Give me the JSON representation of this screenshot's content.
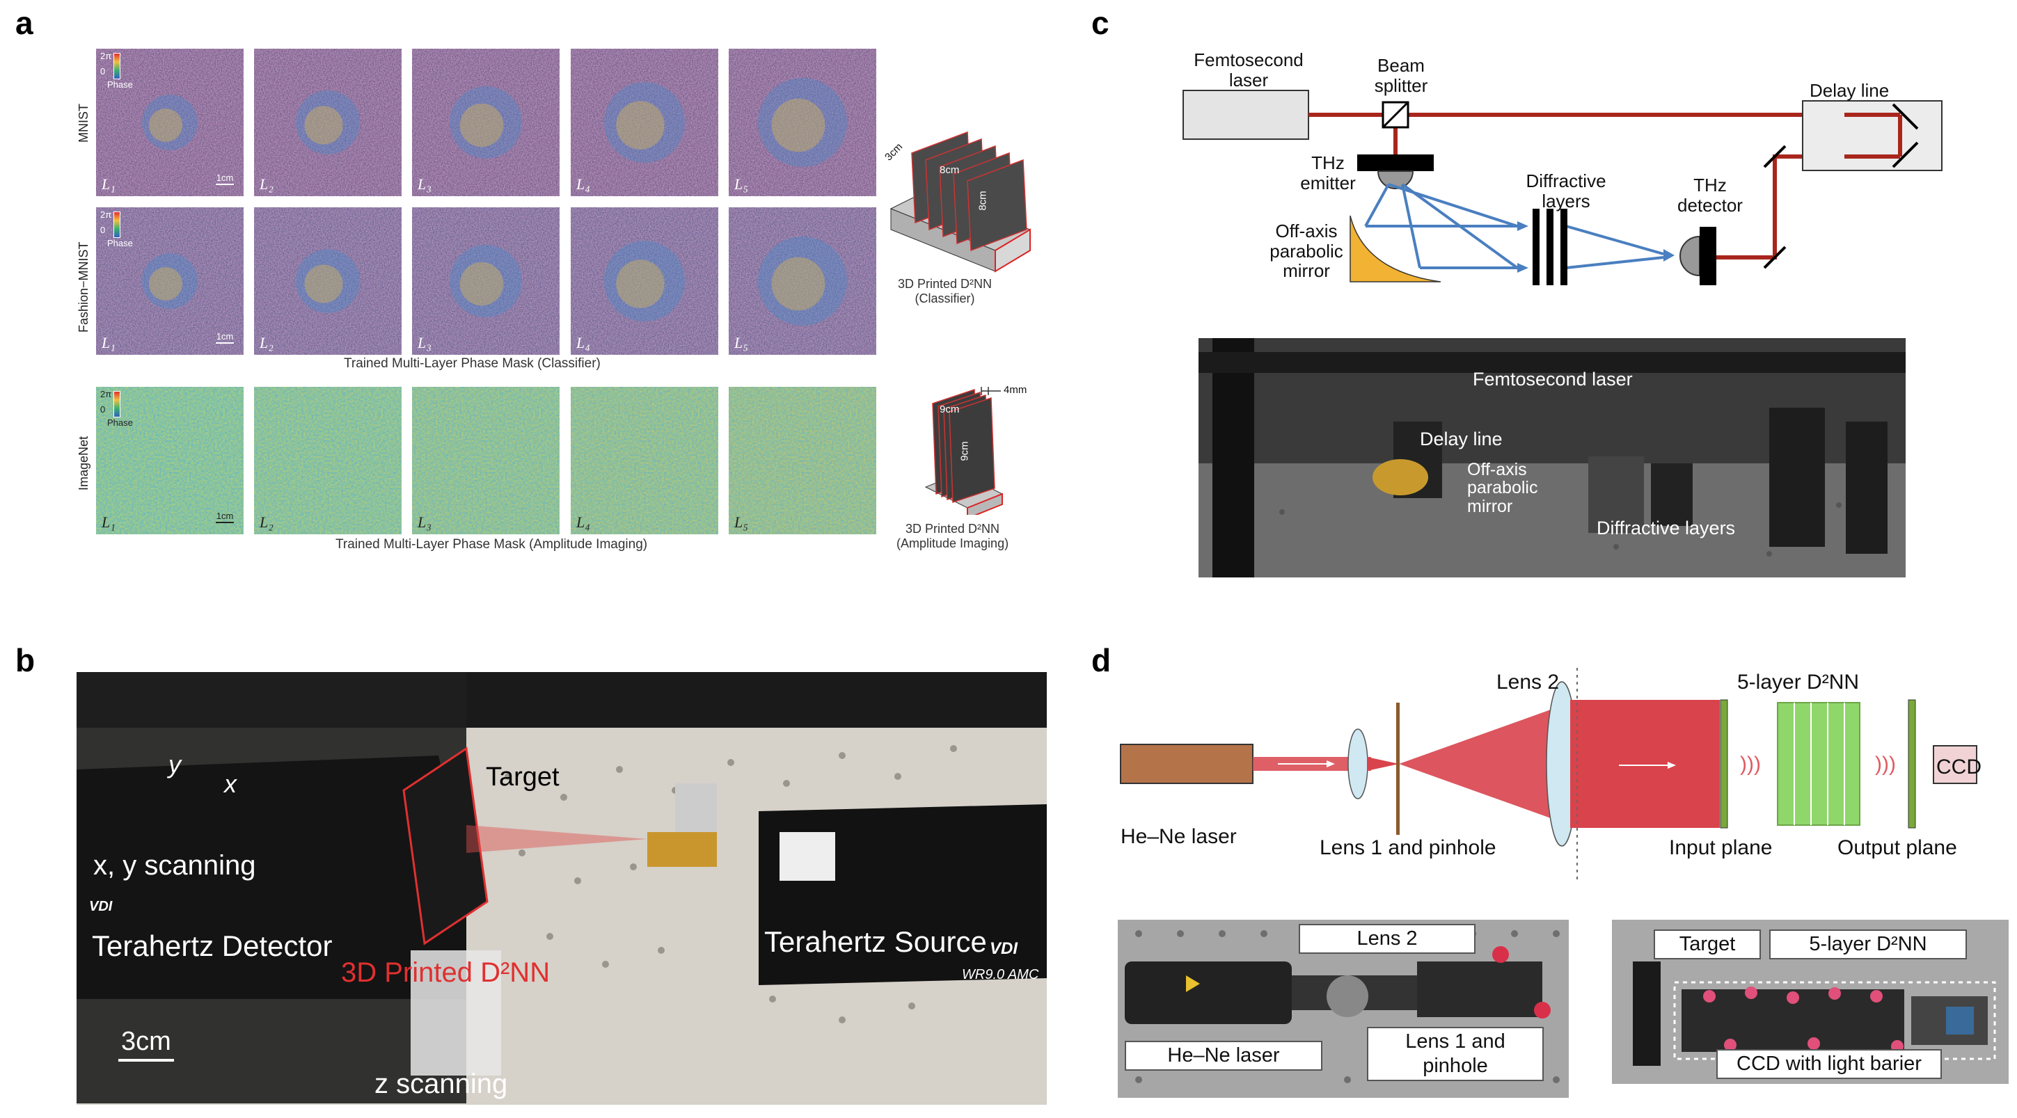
{
  "panels": {
    "a": {
      "letter": "a",
      "row_labels": [
        "MNIST",
        "Fashion−MNIST",
        "ImageNet"
      ],
      "layer_labels": [
        "L₁",
        "L₂",
        "L₃",
        "L₄",
        "L₅"
      ],
      "phase_top": "2π",
      "phase_zero": "0",
      "phase_label": "Phase",
      "scale_label": "1cm",
      "caption_classifier": "Trained Multi-Layer Phase Mask (Classifier)",
      "caption_imaging": "Trained Multi-Layer Phase Mask (Amplitude Imaging)",
      "classifier_model": {
        "dim1": "3cm",
        "dim2": "8cm",
        "dim3": "8cm",
        "label_line1": "3D Printed D²NN",
        "label_line2": "(Classifier)"
      },
      "imaging_model": {
        "dim1": "4mm",
        "dim2": "9cm",
        "dim3": "9cm",
        "label_line1": "3D Printed D²NN",
        "label_line2": "(Amplitude Imaging)"
      }
    },
    "b": {
      "letter": "b",
      "target": "Target",
      "xy_scan": "x, y scanning",
      "axis_y": "y",
      "axis_x": "x",
      "detector": "Terahertz Detector",
      "source": "Terahertz Source",
      "printed": "3D Printed D²NN",
      "scale": "3cm",
      "z_scan": "z scanning",
      "vdi_brand": "VDI",
      "vdi_model": "WR9.0 AMC"
    },
    "c": {
      "letter": "c",
      "femto_laser": "Femtosecond laser",
      "beam_splitter": "Beam splitter",
      "delay_line": "Delay line",
      "thz_emitter": "THz emitter",
      "diffractive_layers": "Diffractive layers",
      "thz_detector": "THz detector",
      "off_axis": "Off-axis parabolic mirror",
      "photo_femto": "Femtosecond laser",
      "photo_delay": "Delay line",
      "photo_offaxis": "Off-axis parabolic mirror",
      "photo_diffractive": "Diffractive layers"
    },
    "d": {
      "letter": "d",
      "lens2": "Lens 2",
      "five_layer": "5-layer D²NN",
      "ccd": "CCD",
      "he_ne": "He–Ne laser",
      "lens1_pinhole": "Lens 1 and pinhole",
      "input_plane": "Input plane",
      "output_plane": "Output plane",
      "photo_lens2": "Lens 2",
      "photo_lens1": "Lens 1 and pinhole",
      "photo_hene": "He–Ne laser",
      "photo_target": "Target",
      "photo_5layer": "5-layer D²NN",
      "photo_ccd": "CCD with light barier"
    }
  },
  "colors": {
    "beam_red": "#a8261c",
    "beam_blue": "#4a7fc0",
    "laser_red": "#d9434c",
    "d2nn_green": "#8fd66b",
    "mirror_yellow": "#f2b233"
  }
}
